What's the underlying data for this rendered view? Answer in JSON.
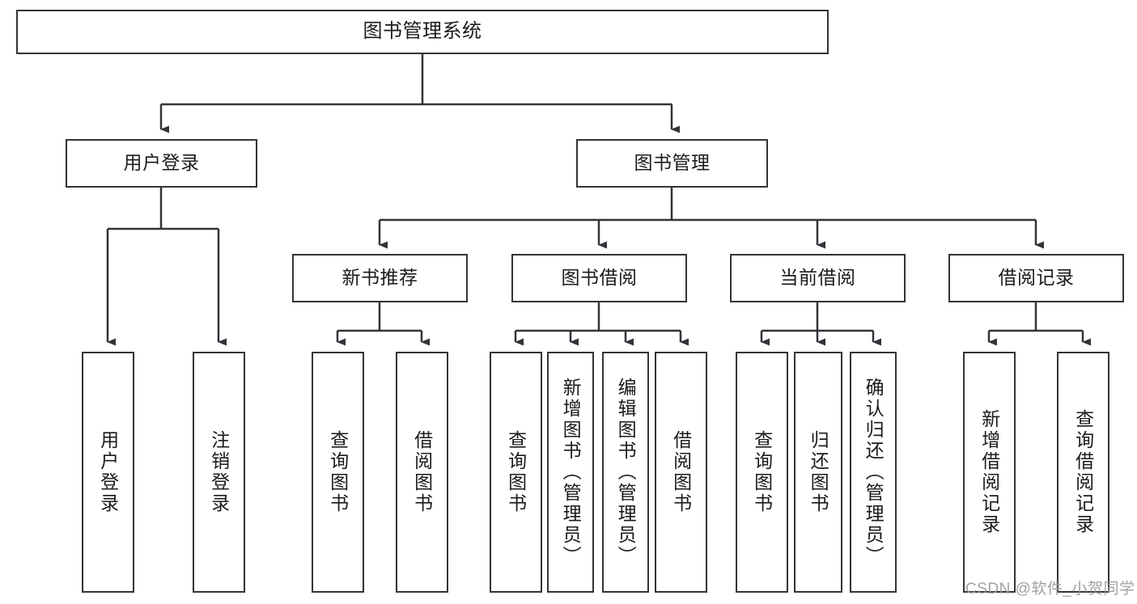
{
  "diagram": {
    "title": "图书管理系统",
    "type": "tree-hierarchy-chart",
    "background_color": "#ffffff",
    "node_border_color": "#33333a",
    "node_fill_color": "#ffffff",
    "text_color": "#1b1b1f",
    "connector_color": "#33333a"
  },
  "nodes": {
    "root": {
      "label": "图书管理系统"
    },
    "level2": [
      {
        "label": "用户登录"
      },
      {
        "label": "图书管理"
      }
    ],
    "level3": [
      {
        "label": "新书推荐"
      },
      {
        "label": "图书借阅"
      },
      {
        "label": "当前借阅"
      },
      {
        "label": "借阅记录"
      }
    ],
    "leaves": {
      "user_login": [
        {
          "label": "用户登录"
        },
        {
          "label": "注销登录"
        }
      ],
      "new_book_recommend": [
        {
          "label": "查询图书"
        },
        {
          "label": "借阅图书"
        }
      ],
      "book_borrow": [
        {
          "label": "查询图书"
        },
        {
          "label": "新增图书（管理员）"
        },
        {
          "label": "编辑图书（管理员）"
        },
        {
          "label": "借阅图书"
        }
      ],
      "current_borrow": [
        {
          "label": "查询图书"
        },
        {
          "label": "归还图书"
        },
        {
          "label": "确认归还（管理员）"
        }
      ],
      "borrow_record": [
        {
          "label": "新增借阅记录"
        },
        {
          "label": "查询借阅记录"
        }
      ]
    }
  },
  "watermark": {
    "text": "CSDN @软件_小贺同学"
  }
}
